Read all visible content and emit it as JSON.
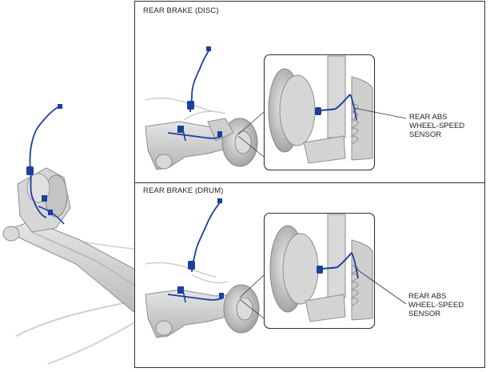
{
  "panels": {
    "disc": {
      "title": "REAR BRAKE (DISC)",
      "callout_line1": "REAR ABS",
      "callout_line2": "WHEEL-SPEED",
      "callout_line3": "SENSOR"
    },
    "drum": {
      "title": "REAR BRAKE (DRUM)",
      "callout_line1": "REAR ABS",
      "callout_line2": "WHEEL-SPEED",
      "callout_line3": "SENSOR"
    }
  },
  "colors": {
    "harness_blue": "#1c3f9e",
    "metal_grey": "#c9c9c9",
    "outline": "#9a9a9a",
    "frame": "#333333"
  }
}
